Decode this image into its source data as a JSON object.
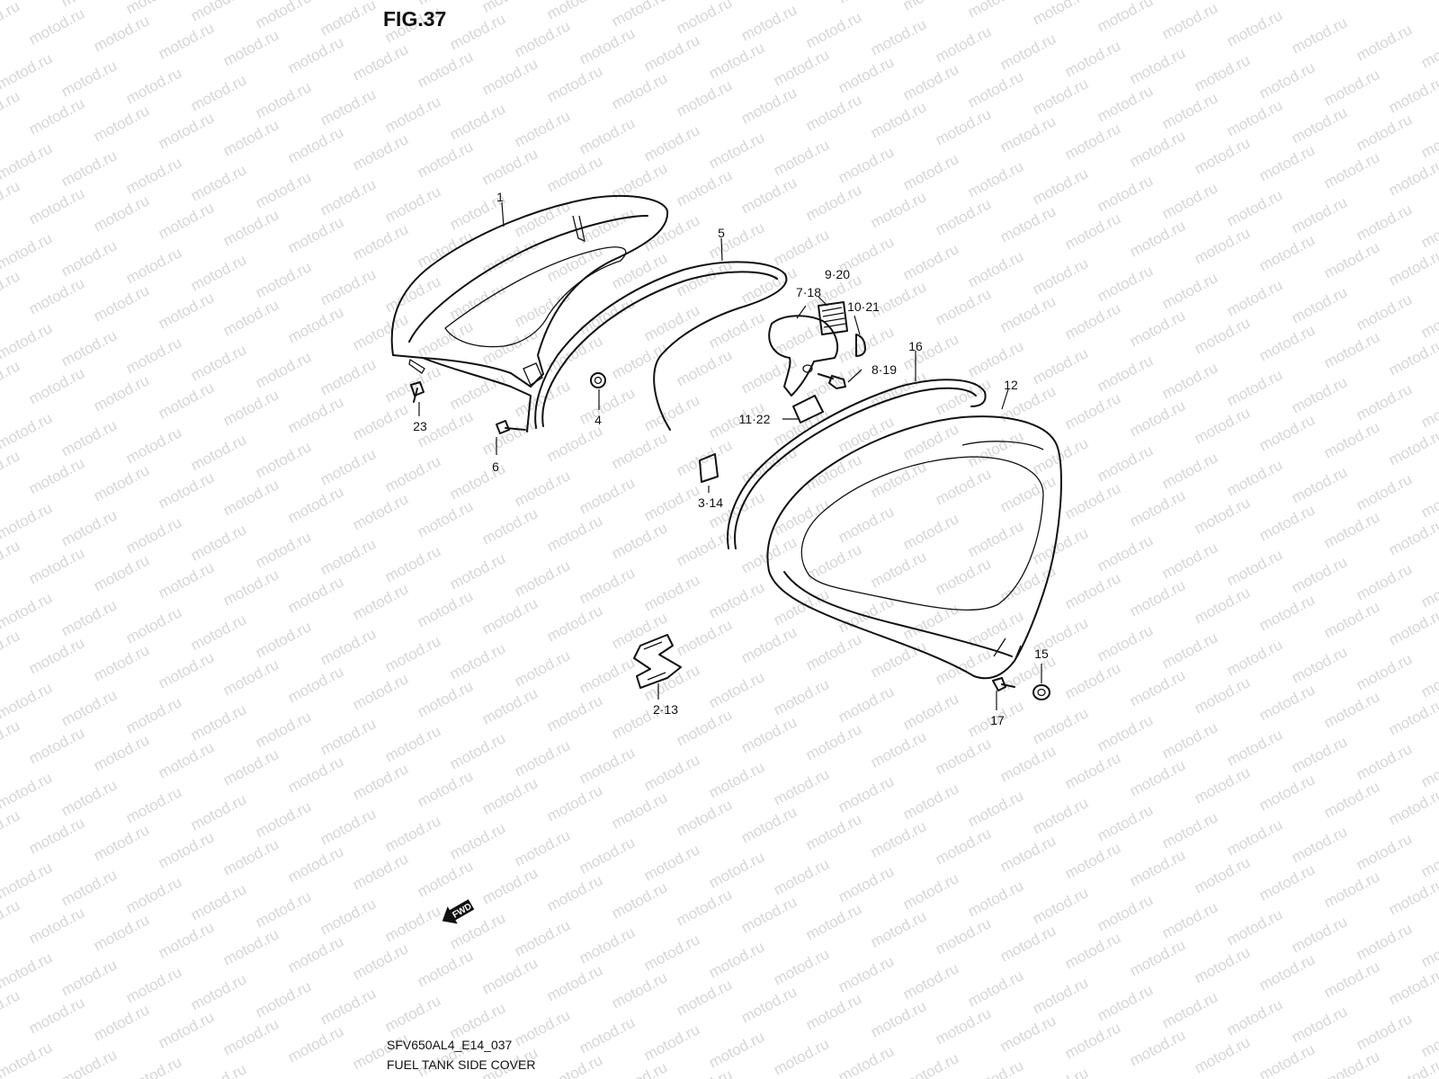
{
  "figure": {
    "title": "FIG.37",
    "code": "SFV650AL4_E14_037",
    "name": "FUEL TANK SIDE COVER"
  },
  "watermark": {
    "text": "motod.ru",
    "color": "#d6d6d6"
  },
  "direction_badge": {
    "text": "FWD"
  },
  "callouts": [
    "1",
    "5",
    "9·20",
    "7·18",
    "10·21",
    "16",
    "12",
    "8·19",
    "11·22",
    "23",
    "4",
    "6",
    "3·14",
    "2·13",
    "15",
    "17"
  ],
  "colors": {
    "line": "#111111",
    "background": "#ffffff"
  }
}
